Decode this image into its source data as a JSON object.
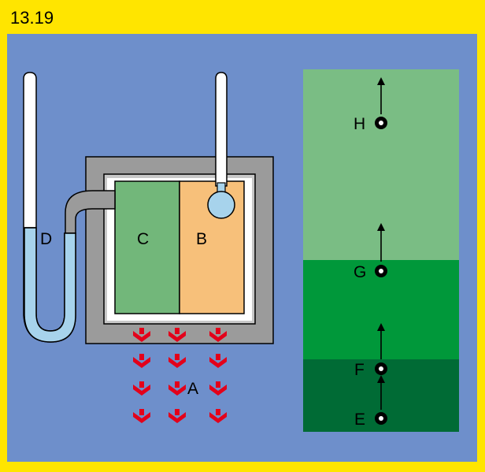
{
  "figure": {
    "label": "13.19"
  },
  "labels": {
    "A": "A",
    "B": "B",
    "C": "C",
    "D": "D",
    "E": "E",
    "F": "F",
    "G": "G",
    "H": "H"
  },
  "colors": {
    "frame": "#ffe500",
    "background": "#6e8fcb",
    "housing_outer": "#9b9b9b",
    "housing_inner": "#c8c8c8",
    "chamber_C": "#72b77a",
    "chamber_B": "#f7c07a",
    "fluid": "#a7d3ec",
    "tube_fill": "#ffffff",
    "arrow_red": "#e3001a",
    "layer_top": "#7abd84",
    "layer_middle": "#00983a",
    "layer_bottom": "#006b35"
  }
}
